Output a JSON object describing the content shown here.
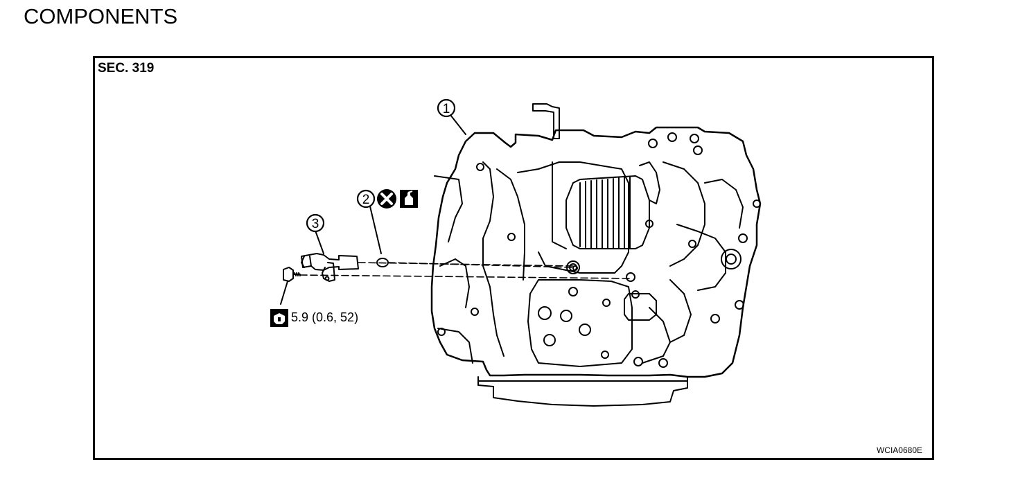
{
  "page": {
    "heading": "COMPONENTS"
  },
  "figure": {
    "section": "SEC. 319",
    "figure_code": "WCIA0680E",
    "callouts": [
      {
        "number": "1",
        "part": "transaxle-assembly"
      },
      {
        "number": "2",
        "part": "o-ring"
      },
      {
        "number": "3",
        "part": "speed-sensor"
      }
    ],
    "torque_spec": "5.9 (0.6, 52)",
    "symbols": [
      "do-not-reuse-icon",
      "apply-fluid-icon",
      "torque-wrench-icon"
    ]
  }
}
